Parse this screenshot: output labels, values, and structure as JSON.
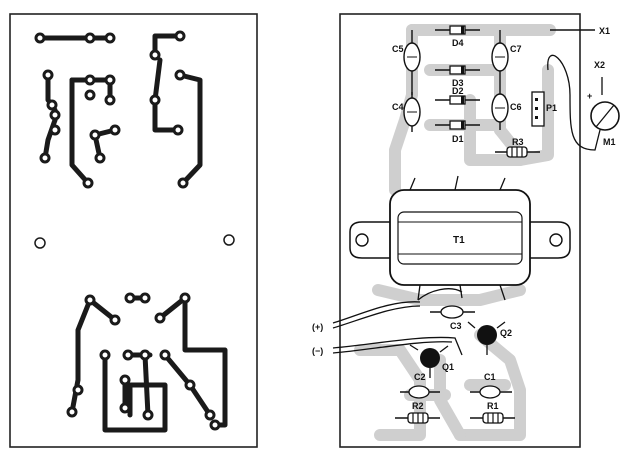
{
  "labels": {
    "x1": "X1",
    "x2": "X2",
    "m1": "M1",
    "p1": "P1",
    "c5": "C5",
    "c7": "C7",
    "c4": "C4",
    "c6": "C6",
    "c3": "C3",
    "c2": "C2",
    "c1": "C1",
    "d4": "D4",
    "d3": "D3",
    "d2": "D2",
    "d1": "D1",
    "r3": "R3",
    "r2": "R2",
    "r1": "R1",
    "t1": "T1",
    "q1": "Q1",
    "q2": "Q2",
    "plus": "(+)",
    "minus": "(−)",
    "meter_plus": "+"
  },
  "colors": {
    "copper": "#1a1a1a",
    "overlay_trace": "#cfcfcf",
    "ink": "#111111",
    "board": "#ffffff"
  }
}
